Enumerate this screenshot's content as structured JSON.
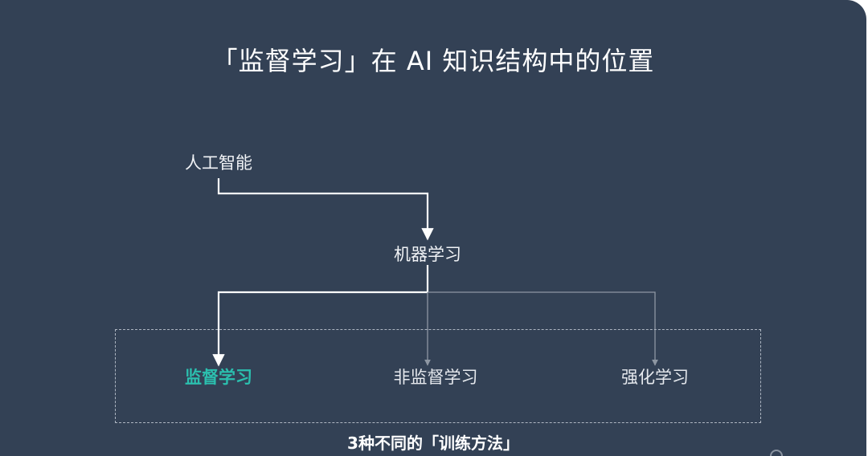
{
  "title": "「监督学习」在 AI 知识结构中的位置",
  "nodes": {
    "ai": "人工智能",
    "ml": "机器学习",
    "supervised": "监督学习",
    "unsupervised": "非监督学习",
    "reinforcement": "强化学习"
  },
  "group_label": "3种不同的「训练方法」",
  "colors": {
    "background": "#334155",
    "highlight": "#2bbfae",
    "text": "#ffffff",
    "muted_line": "#8e97a3"
  }
}
